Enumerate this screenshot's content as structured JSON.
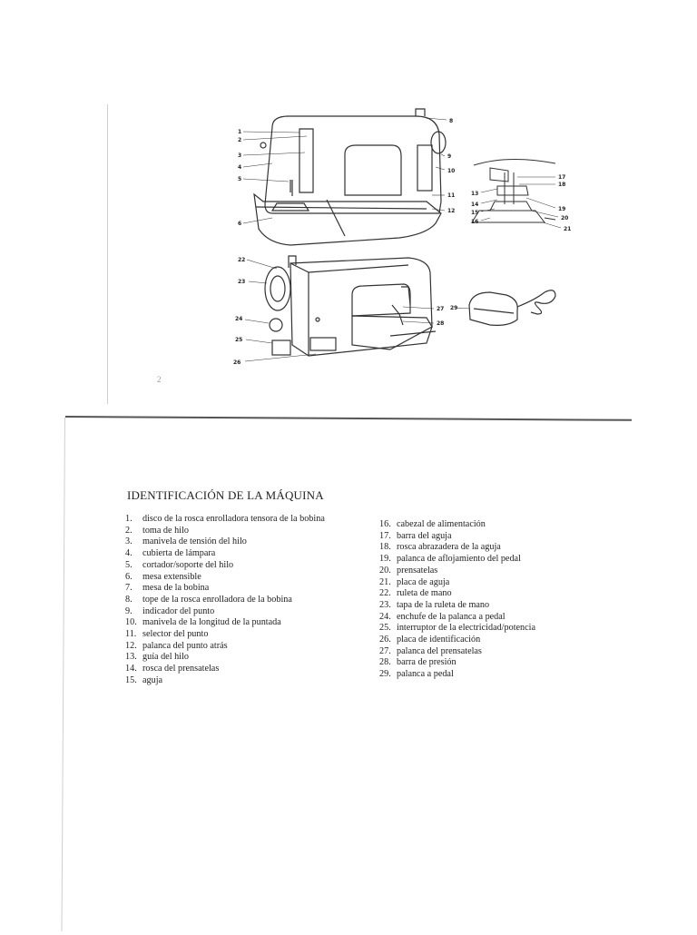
{
  "page_number": "2",
  "diagram": {
    "callouts_upper": [
      "1",
      "2",
      "3",
      "4",
      "5",
      "6",
      "8",
      "9",
      "10",
      "11",
      "12"
    ],
    "callouts_foot": [
      "13",
      "14",
      "15",
      "16",
      "17",
      "18",
      "19",
      "20",
      "21"
    ],
    "callouts_lower": [
      "22",
      "23",
      "24",
      "25",
      "26",
      "27",
      "28",
      "29"
    ]
  },
  "section": {
    "title": "IDENTIFICACIÓN DE LA MÁQUINA",
    "items_left": [
      {
        "num": "1.",
        "text": "disco de la rosca enrolladora tensora de la bobina"
      },
      {
        "num": "2.",
        "text": "toma de hilo"
      },
      {
        "num": "3.",
        "text": "manivela de tensión del hilo"
      },
      {
        "num": "4.",
        "text": "cubierta de lámpara"
      },
      {
        "num": "5.",
        "text": "cortador/soporte del hilo"
      },
      {
        "num": "6.",
        "text": "mesa extensible"
      },
      {
        "num": "7.",
        "text": "mesa de la bobina"
      },
      {
        "num": "8.",
        "text": "tope de la rosca enrolladora de la bobina"
      },
      {
        "num": "9.",
        "text": "indicador del punto"
      },
      {
        "num": "10.",
        "text": "manivela de la longitud de la puntada"
      },
      {
        "num": "11.",
        "text": "selector del punto"
      },
      {
        "num": "12.",
        "text": "palanca del punto atrás"
      },
      {
        "num": "13.",
        "text": "guía del hilo"
      },
      {
        "num": "14.",
        "text": "rosca del prensatelas"
      },
      {
        "num": "15.",
        "text": "aguja"
      }
    ],
    "items_right": [
      {
        "num": "16.",
        "text": "cabezal de alimentación"
      },
      {
        "num": "17.",
        "text": "barra del aguja"
      },
      {
        "num": "18.",
        "text": "rosca abrazadera de la aguja"
      },
      {
        "num": "19.",
        "text": "palanca de aflojamiento del pedal"
      },
      {
        "num": "20.",
        "text": "prensatelas"
      },
      {
        "num": "21.",
        "text": "placa de aguja"
      },
      {
        "num": "22.",
        "text": "ruleta de mano"
      },
      {
        "num": "23.",
        "text": "tapa de la ruleta de mano"
      },
      {
        "num": "24.",
        "text": "enchufe de la palanca a pedal"
      },
      {
        "num": "25.",
        "text": "interruptor de la electricidad/potencia"
      },
      {
        "num": "26.",
        "text": "placa de identificación"
      },
      {
        "num": "27.",
        "text": "palanca del prensatelas"
      },
      {
        "num": "28.",
        "text": "barra de presión"
      },
      {
        "num": "29.",
        "text": "palanca a pedal"
      }
    ]
  }
}
